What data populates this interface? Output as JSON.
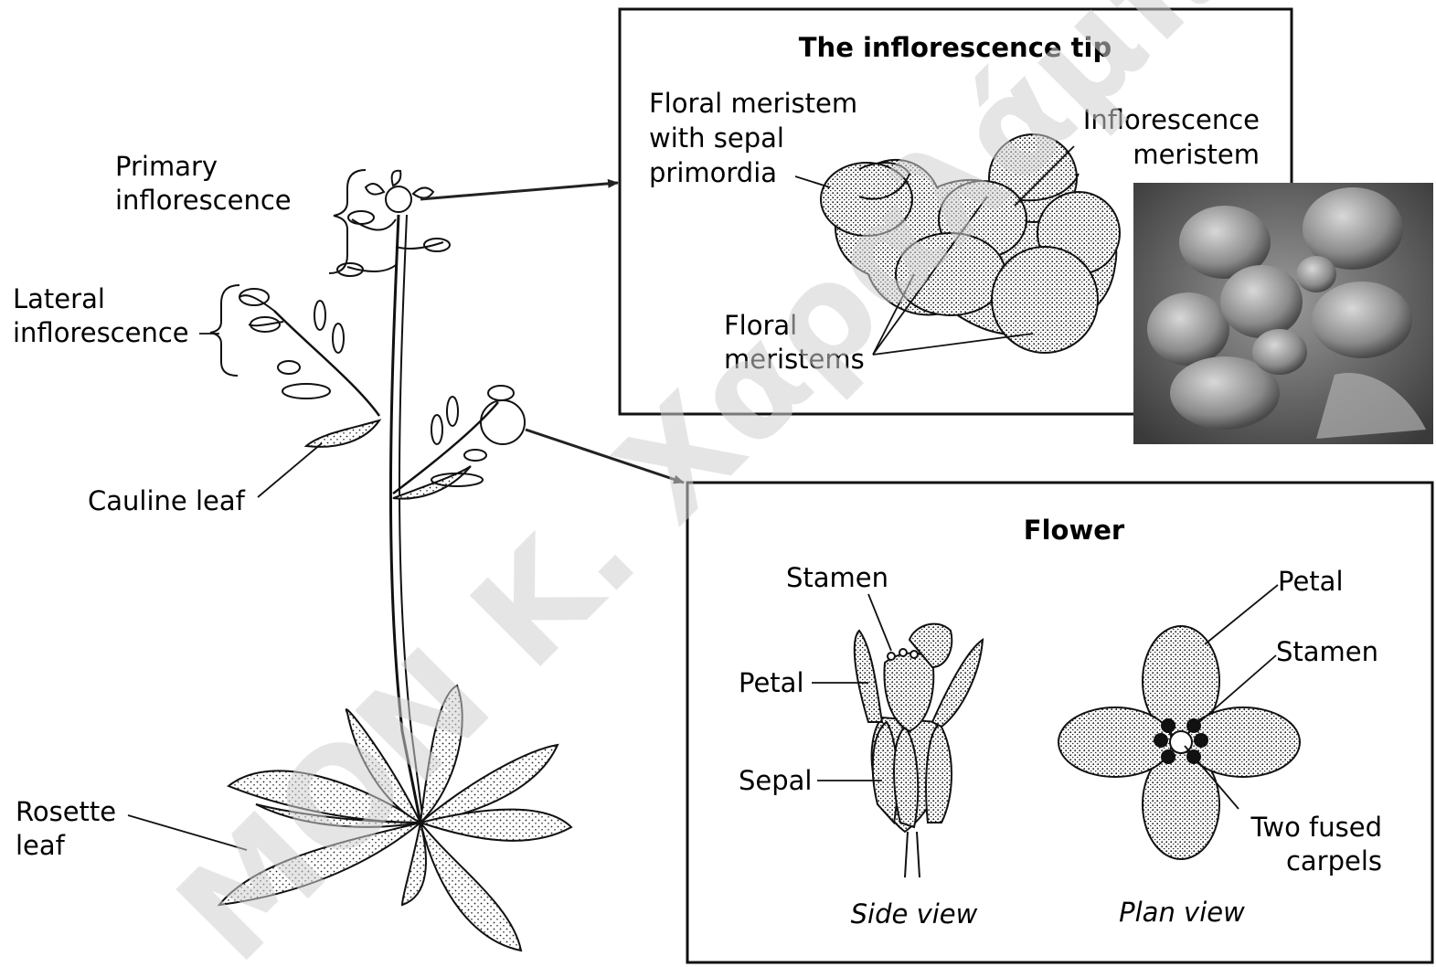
{
  "plant_labels": {
    "primary_inflorescence": [
      "Primary",
      "inflorescence"
    ],
    "lateral_inflorescence": [
      "Lateral",
      "inflorescence"
    ],
    "cauline_leaf": "Cauline leaf",
    "rosette_leaf": [
      "Rosette",
      "leaf"
    ]
  },
  "inflorescence_tip": {
    "title": "The inflorescence tip",
    "floral_meristem_sepal": [
      "Floral meristem",
      "with sepal",
      "primordia"
    ],
    "inflorescence_meristem": [
      "Inflorescence",
      "meristem"
    ],
    "floral_meristems": [
      "Floral",
      "meristems"
    ]
  },
  "flower": {
    "title": "Flower",
    "side_stamen": "Stamen",
    "side_petal": "Petal",
    "side_sepal": "Sepal",
    "plan_petal": "Petal",
    "plan_stamen": "Stamen",
    "carpels": [
      "Two fused",
      "carpels"
    ],
    "side_view": "Side view",
    "plan_view": "Plan view"
  },
  "watermark": "ΜΟΝ Κ. Χαραλάμπους"
}
